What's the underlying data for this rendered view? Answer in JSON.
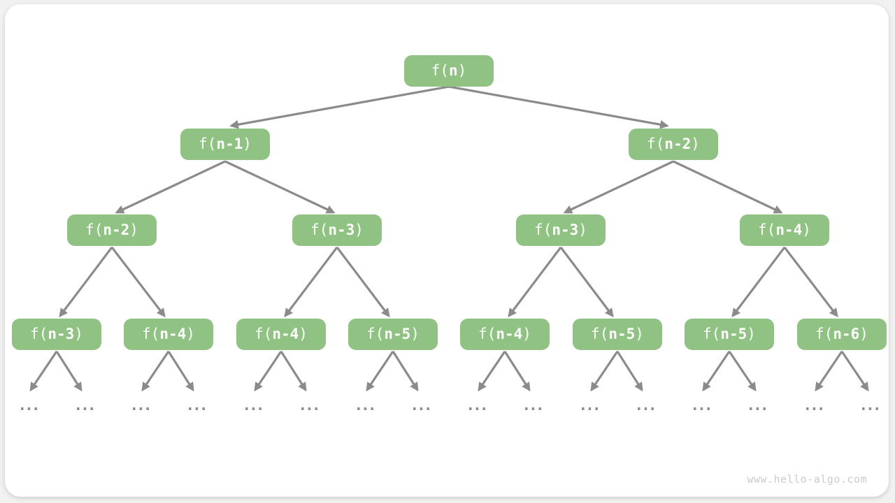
{
  "colors": {
    "page_bg": "#f1f1f1",
    "card_bg": "#ffffff",
    "node_green": "#8fc283",
    "node_text": "#ffffff",
    "arrow_gray": "#8b8b8b",
    "watermark_gray": "#cbcbcb"
  },
  "page": {
    "watermark": "www.hello-algo.com"
  },
  "ellipsis": {
    "label": "...",
    "count": 16
  },
  "tree": {
    "description": "Recursion tree of f(n) = f(n-1) + f(n-2)",
    "nodes": [
      {
        "label": "f(n)",
        "prefix": "f(",
        "arg": "n",
        "suffix": ")",
        "level": 0
      },
      {
        "label": "f(n-1)",
        "prefix": "f(",
        "arg": "n-1",
        "suffix": ")",
        "level": 1
      },
      {
        "label": "f(n-2)",
        "prefix": "f(",
        "arg": "n-2",
        "suffix": ")",
        "level": 1
      },
      {
        "label": "f(n-2)",
        "prefix": "f(",
        "arg": "n-2",
        "suffix": ")",
        "level": 2
      },
      {
        "label": "f(n-3)",
        "prefix": "f(",
        "arg": "n-3",
        "suffix": ")",
        "level": 2
      },
      {
        "label": "f(n-3)",
        "prefix": "f(",
        "arg": "n-3",
        "suffix": ")",
        "level": 2
      },
      {
        "label": "f(n-4)",
        "prefix": "f(",
        "arg": "n-4",
        "suffix": ")",
        "level": 2
      },
      {
        "label": "f(n-3)",
        "prefix": "f(",
        "arg": "n-3",
        "suffix": ")",
        "level": 3
      },
      {
        "label": "f(n-4)",
        "prefix": "f(",
        "arg": "n-4",
        "suffix": ")",
        "level": 3
      },
      {
        "label": "f(n-4)",
        "prefix": "f(",
        "arg": "n-4",
        "suffix": ")",
        "level": 3
      },
      {
        "label": "f(n-5)",
        "prefix": "f(",
        "arg": "n-5",
        "suffix": ")",
        "level": 3
      },
      {
        "label": "f(n-4)",
        "prefix": "f(",
        "arg": "n-4",
        "suffix": ")",
        "level": 3
      },
      {
        "label": "f(n-5)",
        "prefix": "f(",
        "arg": "n-5",
        "suffix": ")",
        "level": 3
      },
      {
        "label": "f(n-5)",
        "prefix": "f(",
        "arg": "n-5",
        "suffix": ")",
        "level": 3
      },
      {
        "label": "f(n-6)",
        "prefix": "f(",
        "arg": "n-6",
        "suffix": ")",
        "level": 3
      }
    ],
    "edges": [
      [
        0,
        1
      ],
      [
        0,
        2
      ],
      [
        1,
        3
      ],
      [
        1,
        4
      ],
      [
        2,
        5
      ],
      [
        2,
        6
      ],
      [
        3,
        7
      ],
      [
        3,
        8
      ],
      [
        4,
        9
      ],
      [
        4,
        10
      ],
      [
        5,
        11
      ],
      [
        5,
        12
      ],
      [
        6,
        13
      ],
      [
        6,
        14
      ]
    ]
  }
}
